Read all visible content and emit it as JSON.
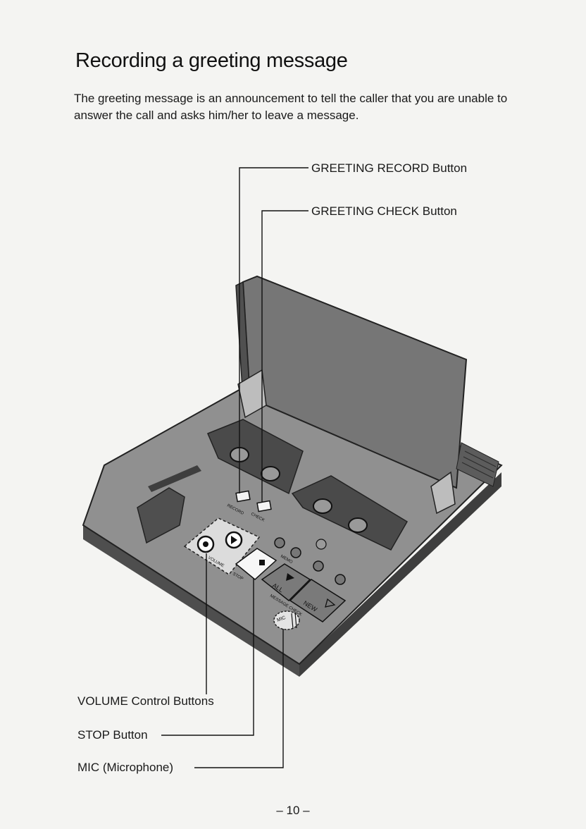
{
  "page": {
    "title": "Recording a greeting message",
    "intro": "The greeting message is an announcement to tell the caller that you are unable to answer the call and asks him/her to leave a message.",
    "page_number": "– 10 –"
  },
  "callouts": {
    "greeting_record": "GREETING RECORD Button",
    "greeting_check": "GREETING CHECK Button",
    "volume": "VOLUME Control Buttons",
    "stop": "STOP Button",
    "mic": "MIC (Microphone)"
  },
  "device_labels": {
    "record": "RECORD",
    "check": "CHECK",
    "volume": "VOLUME",
    "stop": "STOP",
    "memo": "MEMO",
    "all": "ALL",
    "new": "NEW",
    "message_check": "MESSAGE CHECK",
    "mic": "MIC"
  },
  "colors": {
    "ink": "#1a1a1a",
    "device_body": "#8e8e8e",
    "device_dark": "#5a5a5a",
    "lid": "#737373",
    "paper": "#f4f4f2"
  }
}
